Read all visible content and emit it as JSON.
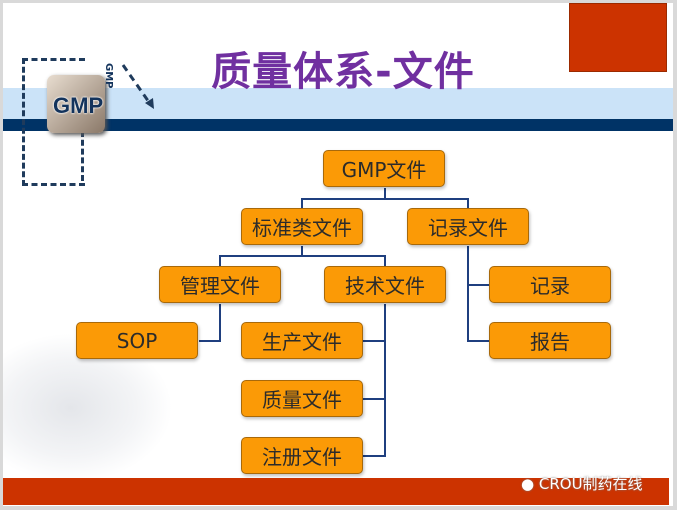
{
  "title": "质量体系-文件",
  "logo": {
    "text": "GMP",
    "vertical_text": "GMP"
  },
  "diagram": {
    "root": "GMP文件",
    "level1": [
      "标准类文件",
      "记录文件"
    ],
    "level2": [
      "管理文件",
      "技术文件",
      "记录",
      "报告"
    ],
    "management_children": [
      "SOP"
    ],
    "technical_children": [
      "生产文件",
      "质量文件",
      "注册文件"
    ]
  },
  "watermark": "CROU制药在线",
  "colors": {
    "title": "#7030a0",
    "box": "#fb9a06",
    "line": "#1f3f7f",
    "accent_red": "#cc3300",
    "navy": "#003366"
  }
}
